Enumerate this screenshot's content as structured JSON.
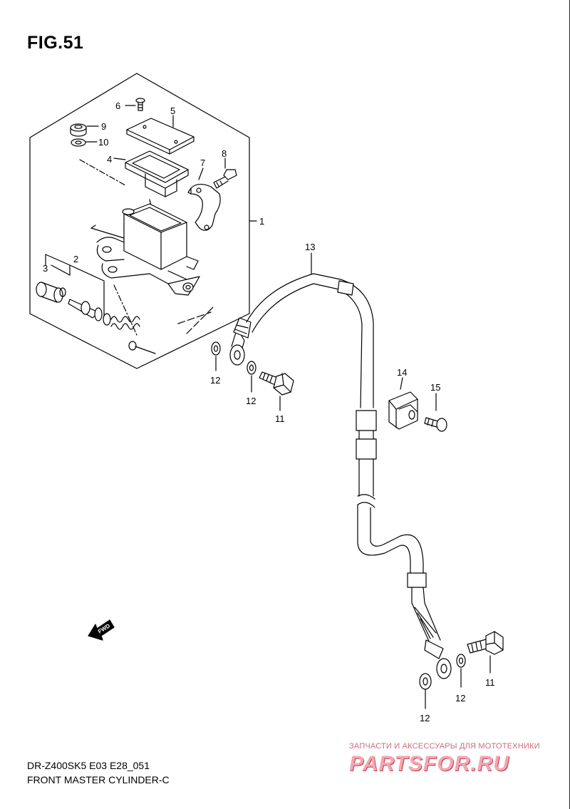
{
  "figure_title": "FIG.51",
  "callouts": [
    "1",
    "2",
    "3",
    "4",
    "5",
    "6",
    "7",
    "8",
    "9",
    "10",
    "11",
    "12",
    "13",
    "14",
    "15"
  ],
  "fwd_arrow_text": "FWD",
  "footer": {
    "model_code": "DR-Z400SK5 E03 E28_051",
    "diagram_name": "FRONT MASTER CYLINDER-C"
  },
  "watermark": {
    "tagline": "ЗАПЧАСТИ И АКСЕССУАРЫ ДЛЯ МОТОТЕХНИКИ",
    "logo": "PARTSFOR.RU"
  }
}
